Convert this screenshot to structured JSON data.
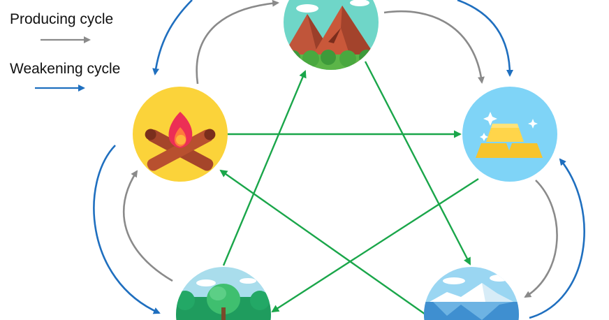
{
  "legend": {
    "producing_label": "Producing cycle",
    "weakening_label": "Weakening cycle"
  },
  "colors": {
    "producing": "#8a8a8a",
    "weakening": "#1f6fbf",
    "destroying": "#1aa64a"
  },
  "nodes": [
    {
      "id": "earth",
      "icon": "mountain-icon",
      "bg": "#6fd6c8"
    },
    {
      "id": "metal",
      "icon": "gold-bars-icon",
      "bg": "#7fd4f7"
    },
    {
      "id": "water",
      "icon": "iceberg-icon",
      "bg": "#9ad6f2"
    },
    {
      "id": "wood",
      "icon": "forest-icon",
      "bg": "#a9ddec"
    },
    {
      "id": "fire",
      "icon": "campfire-icon",
      "bg": "#fbd33a"
    }
  ]
}
